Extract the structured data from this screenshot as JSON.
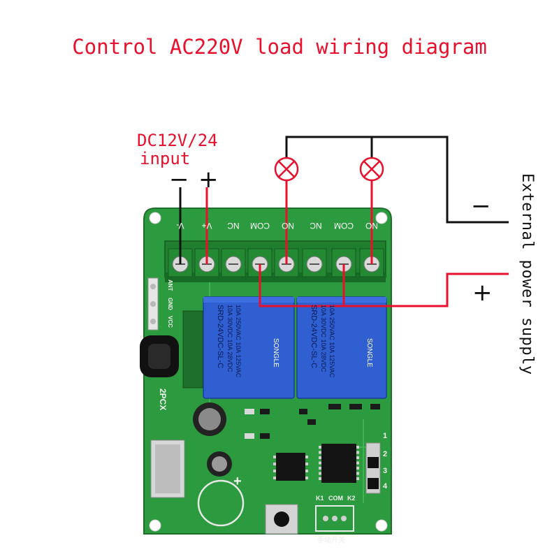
{
  "title": "Control AC220V load wiring diagram",
  "input_label": {
    "line1": "DC12V/24",
    "line2": "input",
    "minus": "−",
    "plus": "+"
  },
  "external_supply": {
    "label": "External power supply",
    "minus": "−",
    "plus": "+"
  },
  "board": {
    "terminals": [
      "V-",
      "V+",
      "NC",
      "COM",
      "NO",
      "NC",
      "COM",
      "NO"
    ],
    "header_pins": [
      "ANT",
      "GND",
      "VCC"
    ],
    "module_label": "2PCX",
    "relay_text": {
      "line1": "10A 250VAC  10A 125VAC",
      "line2": "10A 30VDC  10A 28VDC",
      "line3": "SRD-24VDC-SL-C",
      "brand": "SONGLE"
    },
    "jumper_numbers": [
      "1",
      "2",
      "3",
      "4"
    ],
    "output_labels": [
      "K1",
      "COM",
      "K2"
    ],
    "switch_label": "手动开关",
    "capacitor_mark": "+"
  },
  "colors": {
    "title_red": "#e8102c",
    "wire_red": "#e8102c",
    "wire_black": "#111111",
    "pcb_green": "#2c9a3e",
    "terminal_green": "#1f7f2f",
    "relay_blue": "#2f5fd0",
    "lamp_red": "#e8102c"
  }
}
